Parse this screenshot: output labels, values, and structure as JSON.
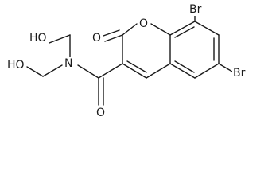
{
  "molecule": {
    "atoms": {
      "br_top": "Br",
      "br_right": "Br",
      "ring_oxygen": "O",
      "carbonyl_oxygen_lactone": "O",
      "carbonyl_oxygen_amide": "O",
      "amide_nitrogen": "N",
      "hydroxyl_top": "HO",
      "hydroxyl_bottom": "HO"
    },
    "colors": {
      "bond": "#1a1a1a",
      "label": "#1a1a1a",
      "background": "#ffffff"
    }
  }
}
